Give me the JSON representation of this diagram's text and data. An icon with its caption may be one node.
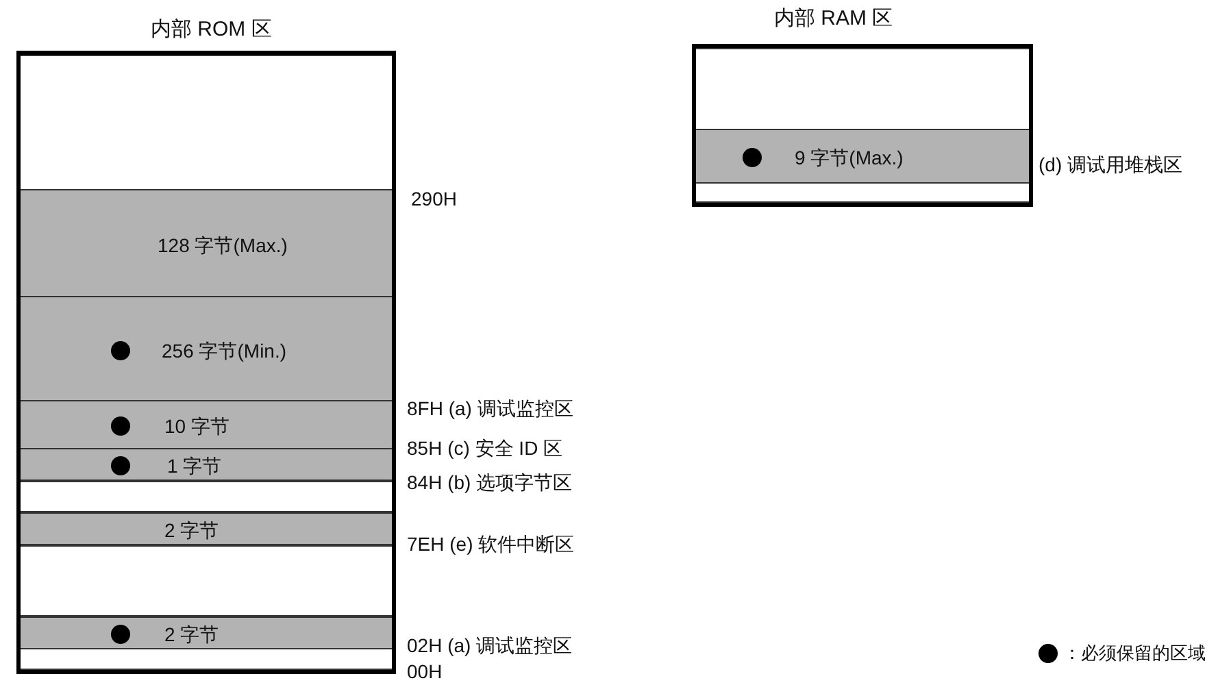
{
  "diagram": {
    "nodes": [
      {
        "text": [
          "内部 ROM 区"
        ]
      },
      {
        "text": [],
        "shape": "box",
        "in": 0
      },
      {
        "text": [
          "128 字节(Max.)"
        ],
        "in": 0
      },
      {
        "text": [
          "256 字节(Min.)"
        ],
        "in": 0
      },
      {
        "text": [],
        "shape": "circle",
        "in": 3
      },
      {
        "text": [
          "10 字节"
        ],
        "in": 0
      },
      {
        "text": [],
        "shape": "circle",
        "in": 5
      },
      {
        "text": [
          "1 字节"
        ],
        "in": 0
      },
      {
        "text": [],
        "shape": "circle",
        "in": 7
      },
      {
        "text": [],
        "shape": "box",
        "in": 0
      },
      {
        "text": [
          "2 字节"
        ],
        "in": 0
      },
      {
        "text": [],
        "shape": "box",
        "in": 0
      },
      {
        "text": [
          "2 字节"
        ],
        "in": 0
      },
      {
        "text": [],
        "shape": "circle",
        "in": 12
      },
      {
        "text": [],
        "shape": "box",
        "in": 0
      },
      {
        "text": [
          "内部 RAM 区"
        ]
      },
      {
        "text": [],
        "shape": "box",
        "in": 15
      },
      {
        "text": [
          "9 字节(Max.)"
        ],
        "in": 15
      },
      {
        "text": [],
        "shape": "circle",
        "in": 17
      },
      {
        "text": [],
        "shape": "box",
        "in": 15
      }
    ],
    "edges": [],
    "labels": [
      "(d) 调试用堆栈区",
      "290H",
      "8FH (a) 调试监控区",
      "85H (c) 安全 ID 区",
      "84H (b) 选项字节区",
      "7EH (e) 软件中断区",
      "02H (a) 调试监控区",
      "00H"
    ],
    "legend": [
      {
        "text": "：必须保留的区域"
      }
    ]
  }
}
